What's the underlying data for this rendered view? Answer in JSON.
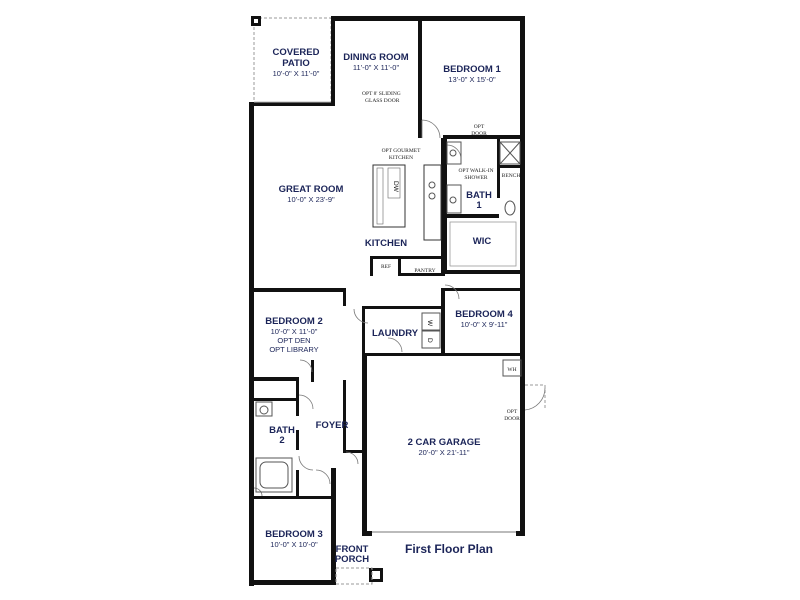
{
  "plan_title": "First Floor Plan",
  "rooms": {
    "covered_patio": {
      "name_1": "COVERED",
      "name_2": "PATIO",
      "dim": "10'-0\" X 11'-0\""
    },
    "dining_room": {
      "name": "DINING ROOM",
      "dim": "11'-0\" X 11'-0\""
    },
    "bedroom_1": {
      "name": "BEDROOM 1",
      "dim": "13'-0\" X 15'-0\""
    },
    "great_room": {
      "name": "GREAT ROOM",
      "dim": "10'-0\" X 23'-9\""
    },
    "kitchen": {
      "name": "KITCHEN"
    },
    "bath_1": {
      "name_1": "BATH",
      "name_2": "1"
    },
    "wic": {
      "name": "WIC"
    },
    "bedroom_2": {
      "name": "BEDROOM 2",
      "dim": "10'-0\" X 11'-0\"",
      "opt_1": "OPT DEN",
      "opt_2": "OPT LIBRARY"
    },
    "laundry": {
      "name": "LAUNDRY"
    },
    "bedroom_4": {
      "name": "BEDROOM 4",
      "dim": "10'-0\" X 9'-11\""
    },
    "bath_2": {
      "name_1": "BATH",
      "name_2": "2"
    },
    "foyer": {
      "name": "FOYER"
    },
    "garage": {
      "name": "2 CAR GARAGE",
      "dim": "20'-0\" X 21'-11\""
    },
    "bedroom_3": {
      "name": "BEDROOM 3",
      "dim": "10'-0\" X 10'-0\""
    },
    "front_porch": {
      "name_1": "FRONT",
      "name_2": "PORCH"
    }
  },
  "notes": {
    "sliding_door_1": "OPT 8' SLIDING",
    "sliding_door_2": "GLASS DOOR",
    "gourmet_1": "OPT GOURMET",
    "gourmet_2": "KITCHEN",
    "opt_door_bed1_1": "OPT",
    "opt_door_bed1_2": "DOOR",
    "walkin_1": "OPT WALK-IN",
    "walkin_2": "SHOWER",
    "bench": "BENCH",
    "dw": "DW",
    "ref": "REF",
    "pantry": "PANTRY",
    "washer": "W",
    "dryer": "D",
    "water_heater": "WH",
    "opt_door_garage_1": "OPT",
    "opt_door_garage_2": "DOOR"
  }
}
